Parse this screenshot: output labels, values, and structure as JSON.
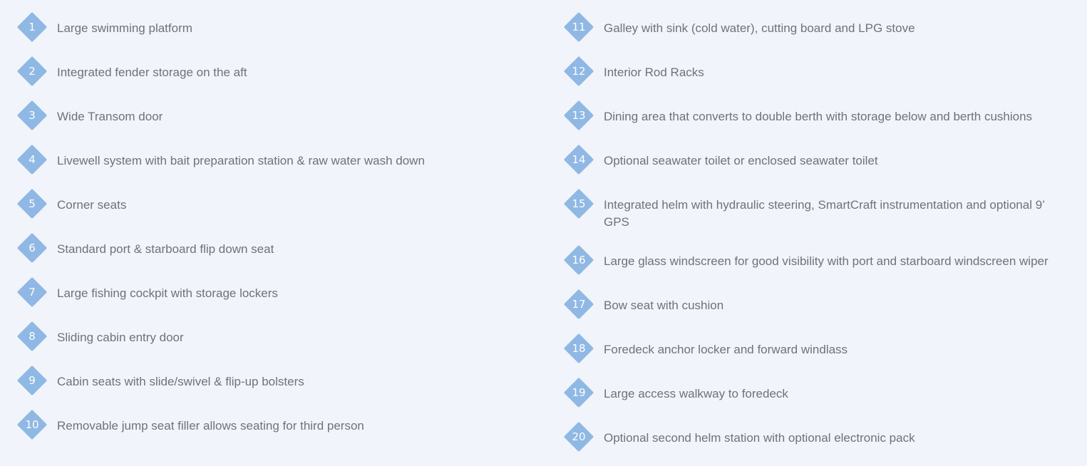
{
  "left_items": [
    {
      "num": "1",
      "text": "Large swimming platform"
    },
    {
      "num": "2",
      "text": "Integrated fender storage on the aft"
    },
    {
      "num": "3",
      "text": "Wide Transom door"
    },
    {
      "num": "4",
      "text": "Livewell system with bait preparation station & raw water wash down"
    },
    {
      "num": "5",
      "text": "Corner seats"
    },
    {
      "num": "6",
      "text": "Standard port & starboard flip down seat"
    },
    {
      "num": "7",
      "text": "Large fishing cockpit with storage lockers"
    },
    {
      "num": "8",
      "text": "Sliding cabin entry door"
    },
    {
      "num": "9",
      "text": "Cabin seats with slide/swivel & flip-up bolsters"
    },
    {
      "num": "10",
      "text": "Removable jump seat filler allows seating for third person"
    }
  ],
  "right_items": [
    {
      "num": "11",
      "text": "Galley with sink (cold water), cutting board and LPG stove"
    },
    {
      "num": "12",
      "text": "Interior Rod Racks"
    },
    {
      "num": "13",
      "text": "Dining area that converts to double berth with storage below and berth cushions"
    },
    {
      "num": "14",
      "text": "Optional seawater toilet or enclosed seawater toilet"
    },
    {
      "num": "15",
      "text": "Integrated helm with hydraulic steering, SmartCraft instrumentation and optional 9’ GPS"
    },
    {
      "num": "16",
      "text": "Large glass windscreen for good visibility with port and starboard windscreen wiper"
    },
    {
      "num": "17",
      "text": "Bow seat with cushion"
    },
    {
      "num": "18",
      "text": "Foredeck anchor locker and forward windlass"
    },
    {
      "num": "19",
      "text": "Large access walkway to foredeck"
    },
    {
      "num": "20",
      "text": "Optional second helm station with optional electronic pack"
    }
  ]
}
